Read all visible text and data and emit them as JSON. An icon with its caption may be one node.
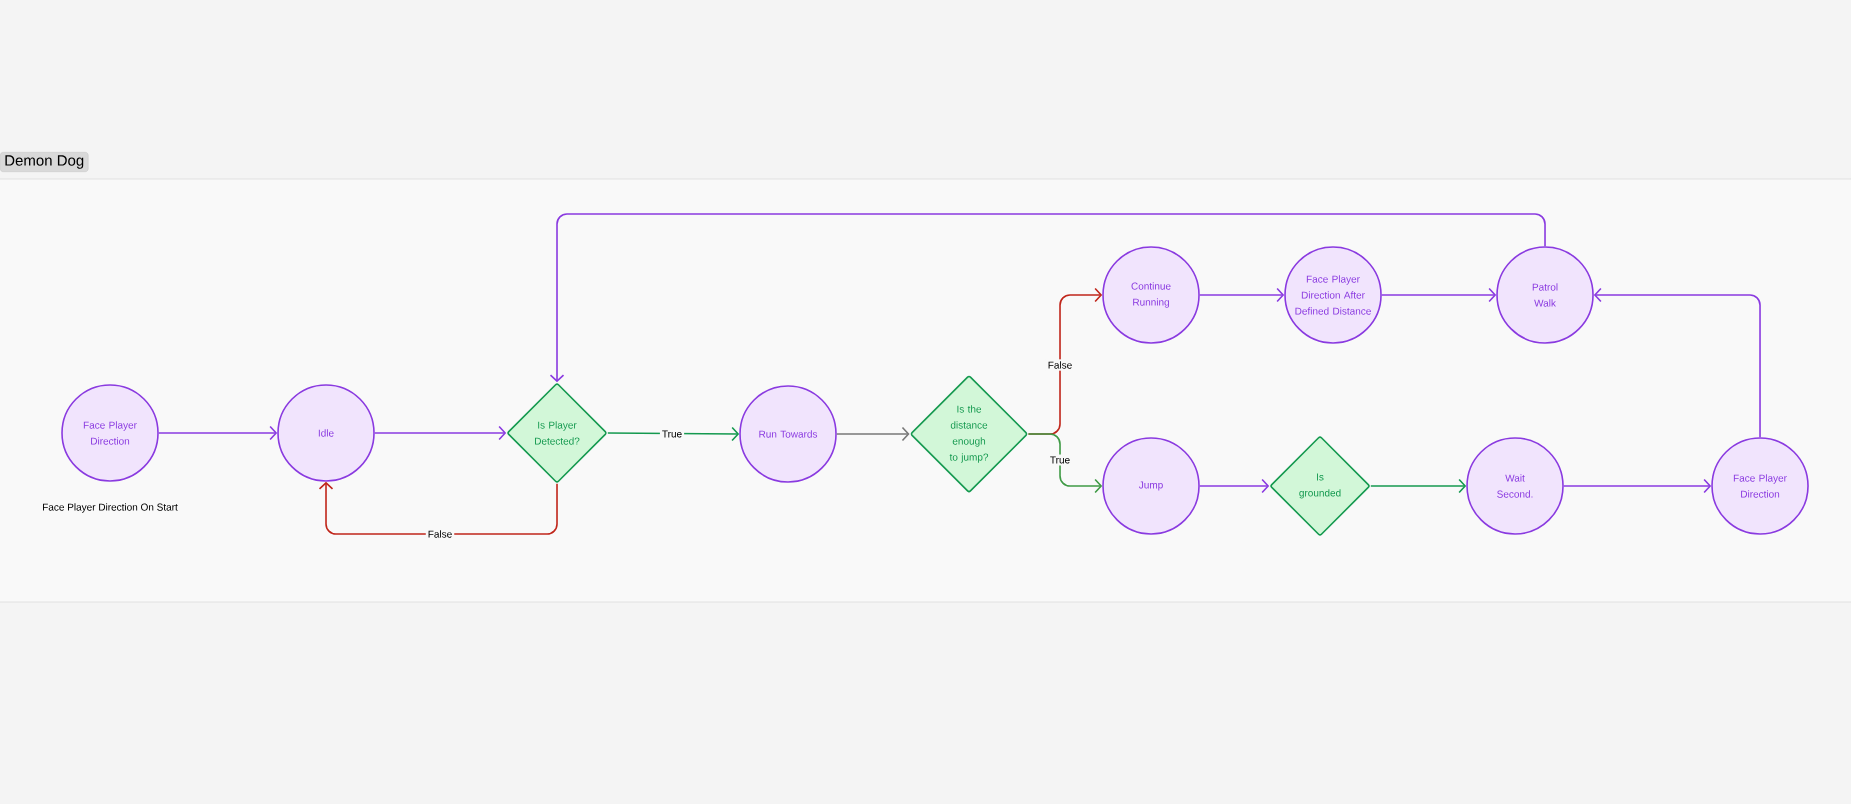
{
  "diagram": {
    "title": "Demon Dog",
    "nodes": [
      {
        "text": [
          "Face Player Direction"
        ],
        "beside": [
          "Face Player Direction On Start"
        ]
      },
      {
        "text": [
          "Idle"
        ]
      },
      {
        "text": [
          "Is Player Detected?"
        ]
      },
      {
        "text": [
          "Run Towards"
        ]
      },
      {
        "text": [
          "Is the distance enough to jump?"
        ]
      },
      {
        "text": [
          "Continue Running"
        ]
      },
      {
        "text": [
          "Jump"
        ]
      },
      {
        "text": [
          "Face Player Direction After Defined Distance"
        ]
      },
      {
        "text": [
          "Patrol Walk"
        ]
      },
      {
        "text": [
          "Is grounded"
        ]
      },
      {
        "text": [
          "Wait Second."
        ]
      },
      {
        "text": [
          "Face Player Direction"
        ]
      }
    ],
    "edges": [
      {
        "from": 0,
        "to": 1,
        "arrow": "to"
      },
      {
        "from": 1,
        "to": 2,
        "arrow": "to"
      },
      {
        "from": 2,
        "to": 3,
        "arrow": "to",
        "label": "True",
        "color": "#14994f"
      },
      {
        "from": 2,
        "to": 1,
        "arrow": "to",
        "label": "False",
        "color": "#c0261b"
      },
      {
        "from": 3,
        "to": 4,
        "arrow": "to",
        "color": "#777777"
      },
      {
        "from": 4,
        "to": 5,
        "arrow": "to",
        "label": "False",
        "color": "#c0261b"
      },
      {
        "from": 4,
        "to": 6,
        "arrow": "to",
        "label": "True",
        "color": "#3f9a45"
      },
      {
        "from": 5,
        "to": 7,
        "arrow": "to"
      },
      {
        "from": 7,
        "to": 8,
        "arrow": "to"
      },
      {
        "from": 6,
        "to": 9,
        "arrow": "to"
      },
      {
        "from": 9,
        "to": 10,
        "arrow": "to",
        "color": "#14994f"
      },
      {
        "from": 10,
        "to": 11,
        "arrow": "to"
      },
      {
        "from": 11,
        "to": 8,
        "arrow": "to"
      },
      {
        "from": 8,
        "to": 2,
        "arrow": "to"
      }
    ]
  }
}
